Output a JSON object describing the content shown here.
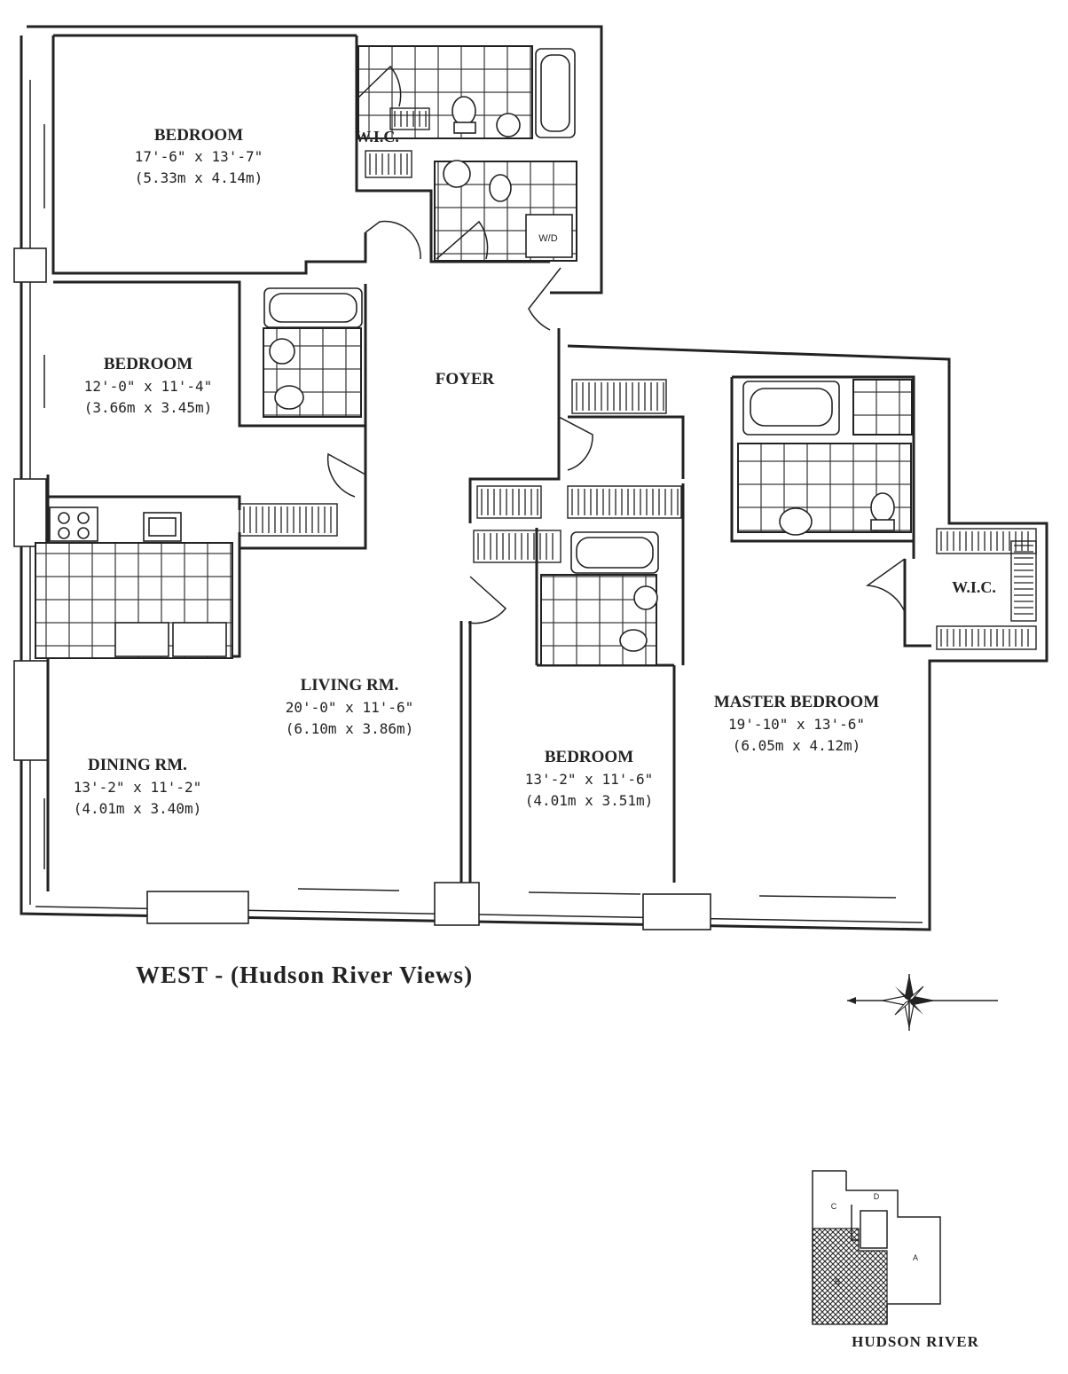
{
  "rooms": {
    "bedroom_1": {
      "name": "BEDROOM",
      "dim_ft": "17'-6\" x 13'-7\"",
      "dim_m": "(5.33m x 4.14m)"
    },
    "bedroom_2": {
      "name": "BEDROOM",
      "dim_ft": "12'-0\" x 11'-4\"",
      "dim_m": "(3.66m x 3.45m)"
    },
    "foyer": {
      "name": "FOYER"
    },
    "living": {
      "name": "LIVING RM.",
      "dim_ft": "20'-0\" x 11'-6\"",
      "dim_m": "(6.10m x 3.86m)"
    },
    "dining": {
      "name": "DINING RM.",
      "dim_ft": "13'-2\" x 11'-2\"",
      "dim_m": "(4.01m x 3.40m)"
    },
    "bedroom_3": {
      "name": "BEDROOM",
      "dim_ft": "13'-2\" x 11'-6\"",
      "dim_m": "(4.01m x 3.51m)"
    },
    "master": {
      "name": "MASTER BEDROOM",
      "dim_ft": "19'-10\" x 13'-6\"",
      "dim_m": "(6.05m x 4.12m)"
    }
  },
  "labels": {
    "wic_1": "W.I.C.",
    "wic_2": "W.I.C.",
    "washer_dryer": "W/D"
  },
  "caption": "WEST - (Hudson River Views)",
  "key_plan": {
    "river_label": "HUDSON RIVER",
    "units": [
      "A",
      "B",
      "C",
      "D"
    ]
  },
  "icons": [
    "compass-rose-icon"
  ]
}
